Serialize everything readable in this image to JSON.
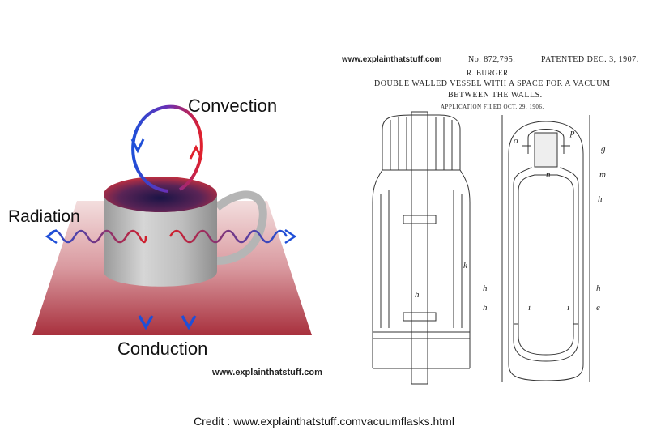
{
  "left": {
    "labels": {
      "convection": "Convection",
      "radiation": "Radiation",
      "conduction": "Conduction"
    },
    "watermark": "www.explainthatstuff.com"
  },
  "right": {
    "watermark": "www.explainthatstuff.com",
    "patent": {
      "number": "No. 872,795.",
      "date": "PATENTED DEC. 3, 1907.",
      "inventor": "R. BURGER.",
      "title_line1": "DOUBLE WALLED VESSEL WITH A SPACE FOR A VACUUM",
      "title_line2": "BETWEEN THE WALLS.",
      "filed": "APPLICATION FILED OCT. 29, 1906."
    },
    "refs": {
      "k1": "k",
      "h1": "h",
      "o": "o",
      "p": "p",
      "g": "g",
      "n": "n",
      "m": "m",
      "h2": "h",
      "h3": "h",
      "h4": "h",
      "h5": "h",
      "i1": "i",
      "i2": "i",
      "e": "e"
    }
  },
  "credit": "Credit : www.explainthatstuff.comvacuumflasks.html",
  "colors": {
    "hot": "#d21f2b",
    "cold": "#1f4fd8",
    "plate": "#b8525f"
  }
}
